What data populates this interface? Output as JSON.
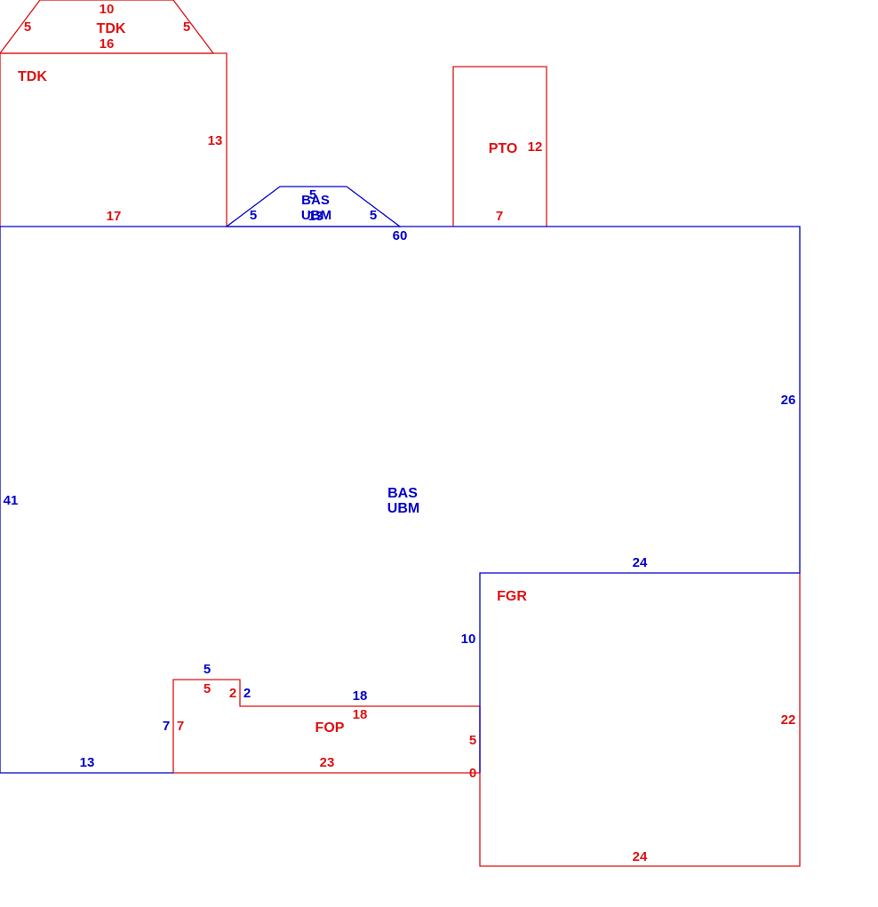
{
  "colors": {
    "bas": "#0000cc",
    "addon": "#dd1111",
    "background": "#ffffff"
  },
  "areas": {
    "top_deck_upper": {
      "label": "TDK",
      "dims": {
        "top": "10",
        "left": "5",
        "right": "5",
        "bottom": "16"
      }
    },
    "top_deck_main": {
      "label": "TDK",
      "dims": {
        "right": "13",
        "bottom": "17"
      }
    },
    "pto": {
      "label": "PTO",
      "dims": {
        "right": "12",
        "bottom": "7"
      }
    },
    "bas_bay": {
      "label_line1": "BAS",
      "label_line2": "UBM",
      "dims": {
        "top": "5",
        "left": "5",
        "right": "5",
        "bottom": "13"
      }
    },
    "bas_main": {
      "label_line1": "BAS",
      "label_line2": "UBM",
      "dims": {
        "top": "60",
        "right": "26",
        "left": "41",
        "garage_top": "24",
        "garage_side": "10",
        "porch_top": "18",
        "notch_right": "2",
        "notch_top": "5",
        "notch_left": "7",
        "bottom_left": "13"
      }
    },
    "fgr": {
      "label": "FGR",
      "dims": {
        "right": "22",
        "bottom": "24"
      }
    },
    "fop": {
      "label": "FOP",
      "dims": {
        "top": "18",
        "step_right": "2",
        "step_top": "5",
        "left": "7",
        "right": "5",
        "bottom": "23",
        "corner": "0"
      }
    }
  }
}
